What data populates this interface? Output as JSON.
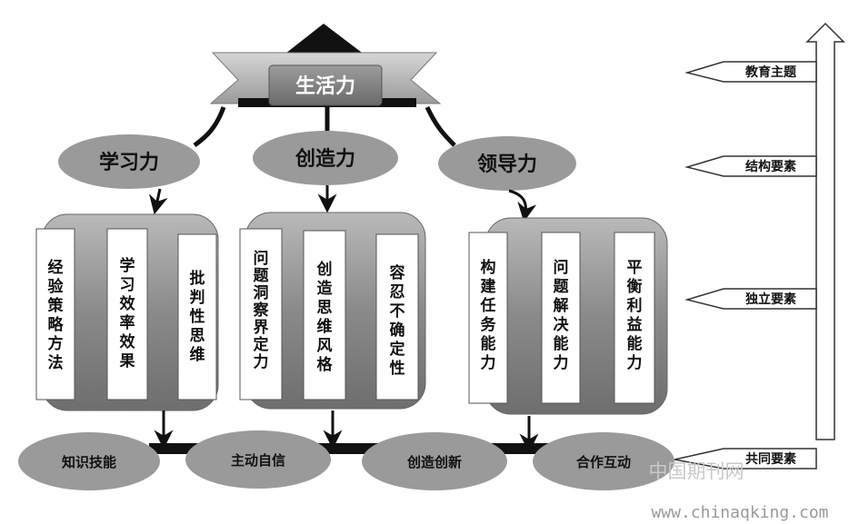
{
  "top": {
    "label": "生活力"
  },
  "level2": [
    {
      "label": "学习力"
    },
    {
      "label": "创造力"
    },
    {
      "label": "领导力"
    }
  ],
  "groups": [
    {
      "cards": [
        "经验策略方法",
        "学习效率效果",
        "批判性思维"
      ]
    },
    {
      "cards": [
        "问题洞察界定力",
        "创造思维风格",
        "容忍不确定性"
      ]
    },
    {
      "cards": [
        "构建任务能力",
        "问题解决能力",
        "平衡利益能力"
      ]
    }
  ],
  "bottom": [
    {
      "label": "知识技能"
    },
    {
      "label": "主动自信"
    },
    {
      "label": "创造创新"
    },
    {
      "label": "合作互动"
    }
  ],
  "legend": [
    {
      "label": "教育主题"
    },
    {
      "label": "结构要素"
    },
    {
      "label": "独立要素"
    },
    {
      "label": "共同要素"
    }
  ],
  "watermark": {
    "cn": "中国期刊网",
    "url": "www.chinaqking.com"
  },
  "colors": {
    "ellipse": "#9a9a9a",
    "panel": "#8e8e8e",
    "card": "#ffffff",
    "ink": "#111111",
    "ribbon": "#a8a8a8"
  }
}
